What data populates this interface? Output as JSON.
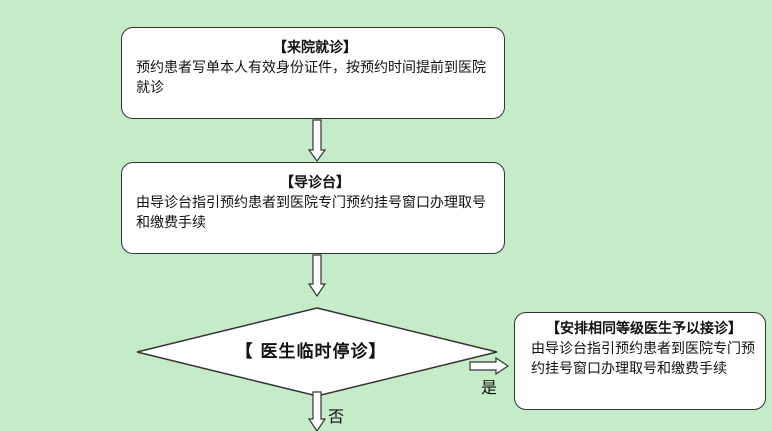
{
  "nodes": {
    "visit": {
      "title": "【来院就诊】",
      "body": "预约患者写单本人有效身份证件，按预约时间提前到医院就诊"
    },
    "guide": {
      "title": "【导诊台】",
      "body": "由导诊台指引预约患者到医院专门预约挂号窗口办理取号和缴费手续"
    },
    "decision": {
      "label": "【 医生临时停诊】"
    },
    "arrange": {
      "title": "【安排相同等级医生予以接诊】",
      "body": "由导诊台指引预约患者到医院专门预约挂号窗口办理取号和缴费手续"
    }
  },
  "edges": {
    "yes_label": "是",
    "no_label": "否"
  },
  "colors": {
    "background": "#c6ebc9",
    "box_fill": "#ffffff",
    "stroke": "#333333"
  }
}
